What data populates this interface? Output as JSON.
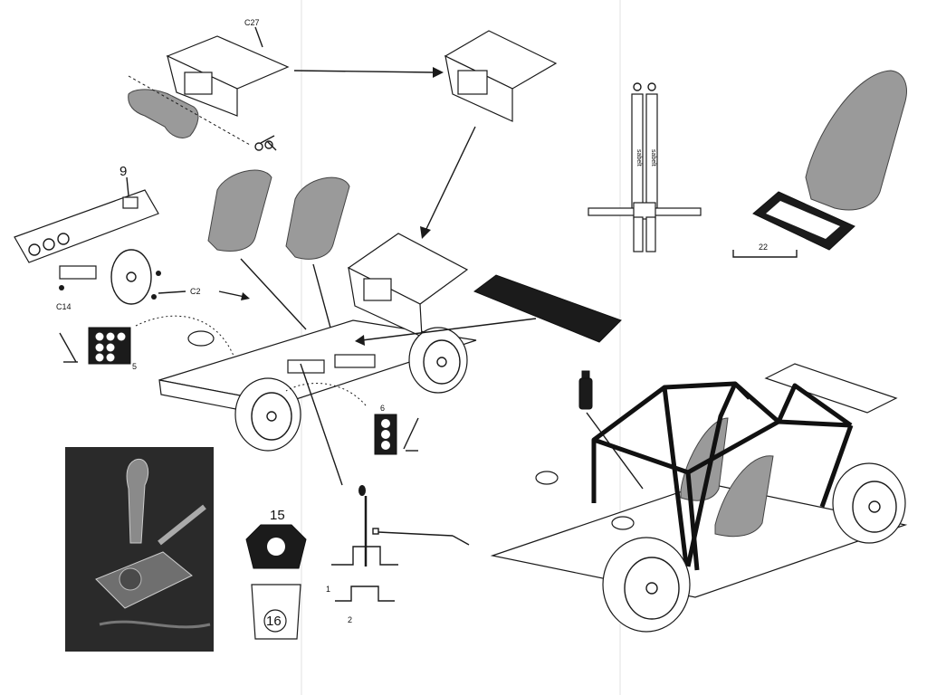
{
  "labels": {
    "c27": "C27",
    "c14": "C14",
    "c2": "C2",
    "n9": "9",
    "n5": "5",
    "n6": "6",
    "n15": "15",
    "n16": "16",
    "n22": "22",
    "n1": "1",
    "n2": "2",
    "belt_brand_left": "sabelt",
    "belt_brand_right": "sabelt"
  },
  "icons": {
    "scissors": "scissors-icon",
    "fire_extinguisher": "fire-extinguisher-icon"
  },
  "colors": {
    "line": "#1a1a1a",
    "seat_fill": "#9a9a9a",
    "decal_fill": "#1b1b1b",
    "paper": "#ffffff"
  }
}
